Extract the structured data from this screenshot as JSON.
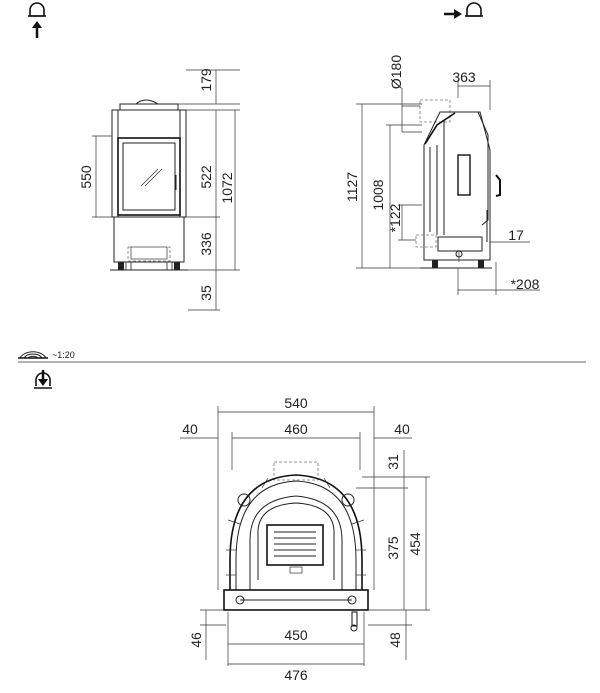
{
  "front_view": {
    "dims": {
      "top": "179",
      "door_height": "550",
      "firebox": "522",
      "total_height": "1072",
      "base": "336",
      "foot": "35"
    }
  },
  "side_view": {
    "dims": {
      "flue_diameter": "Ø180",
      "depth": "363",
      "total_height": "1127",
      "connection_height": "1008",
      "air_inlet": "*122",
      "door_offset": "17",
      "clearance": "*208"
    }
  },
  "scale_label": "~1:20",
  "plan_view": {
    "dims": {
      "outer_width": "540",
      "left_margin": "40",
      "inner_width": "460",
      "right_margin": "40",
      "top_offset": "31",
      "inner_depth": "375",
      "outer_depth": "454",
      "left_base": "46",
      "base_width": "450",
      "right_base": "48",
      "bottom_width": "476"
    }
  },
  "icons": {
    "top_left": "hood-up-arrow-icon",
    "top_right": "arrow-right-hood-icon",
    "scale": "scale-arch-icon",
    "plan": "down-arrow-house-icon"
  }
}
